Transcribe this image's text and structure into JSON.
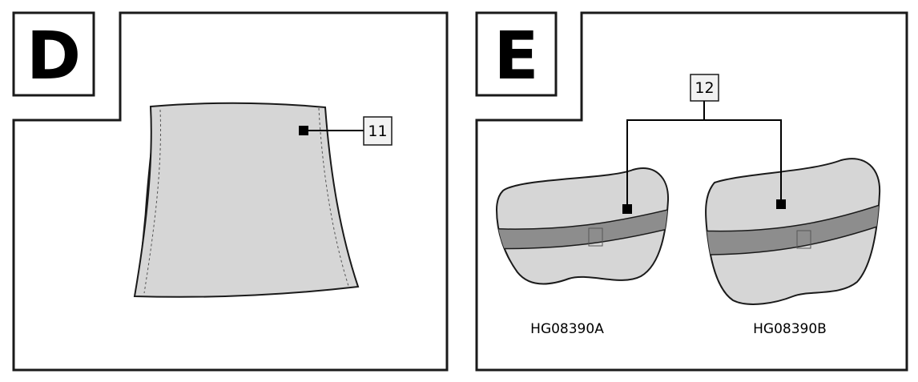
{
  "panels": [
    {
      "letter": "D",
      "callouts": [
        {
          "number": "11"
        }
      ]
    },
    {
      "letter": "E",
      "callouts": [
        {
          "number": "12"
        }
      ],
      "models": [
        "HG08390A",
        "HG08390B"
      ]
    }
  ],
  "colors": {
    "outline": "#1a1a1a",
    "fabric": "#d6d6d6",
    "fabric_shade": "#b9b9b9",
    "strap": "#8d8d8d",
    "label_box": "#f2f2f2"
  }
}
